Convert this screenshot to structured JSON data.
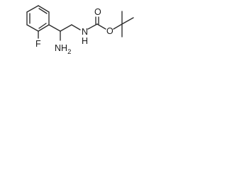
{
  "molecule": {
    "atoms": {
      "fluorine": "F",
      "amine": "NH",
      "amine_subscript": "2",
      "amide_nitrogen": "N",
      "amide_hydrogen": "H",
      "carbonyl_oxygen": "O",
      "ester_oxygen": "O"
    }
  }
}
